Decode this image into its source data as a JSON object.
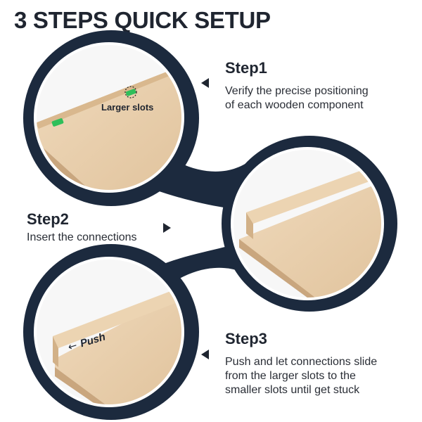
{
  "title": "3 STEPS QUICK SETUP",
  "colors": {
    "navy": "#1c2a3e",
    "wood": "#e8cfad",
    "wood_dark": "#c9a67e",
    "connector": "#2fbf5a"
  },
  "steps": [
    {
      "title": "Step1",
      "description": "Verify the precise positioning\nof each wooden component",
      "image_label": "Larger slots"
    },
    {
      "title": "Step2",
      "description": "Insert the connections"
    },
    {
      "title": "Step3",
      "description": "Push and let connections slide\nfrom the larger slots to the\nsmaller slots until get stuck",
      "image_label": "Push"
    }
  ]
}
